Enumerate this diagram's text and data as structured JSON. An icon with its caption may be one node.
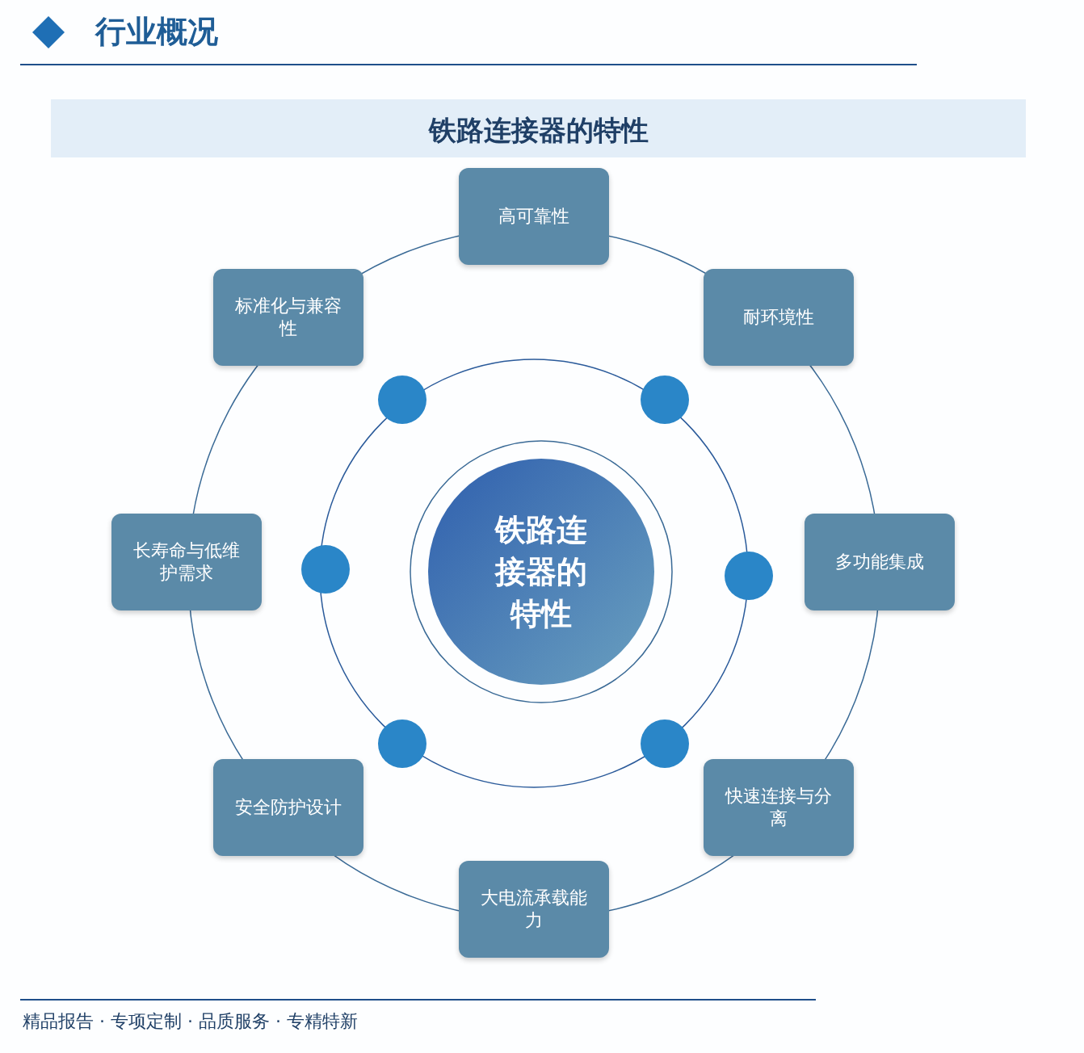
{
  "diagram": {
    "title": "铁路连接器的特性",
    "nodes": [
      {
        "text": [
          "铁路连接器的特性"
        ]
      },
      {
        "text": [
          "高可靠性"
        ]
      },
      {
        "text": [
          "耐环境性"
        ]
      },
      {
        "text": [
          "多功能集成"
        ]
      },
      {
        "text": [
          "快速连接与分离"
        ]
      },
      {
        "text": [
          "大电流承载能力"
        ]
      },
      {
        "text": [
          "安全防护设计"
        ]
      },
      {
        "text": [
          "长寿命与低维护需求"
        ]
      },
      {
        "text": [
          "标准化与兼容性"
        ]
      }
    ],
    "edges": [],
    "labels": [
      "行业概况",
      "精品报告 · 专项定制 · 品质服务 · 专精特新"
    ]
  }
}
